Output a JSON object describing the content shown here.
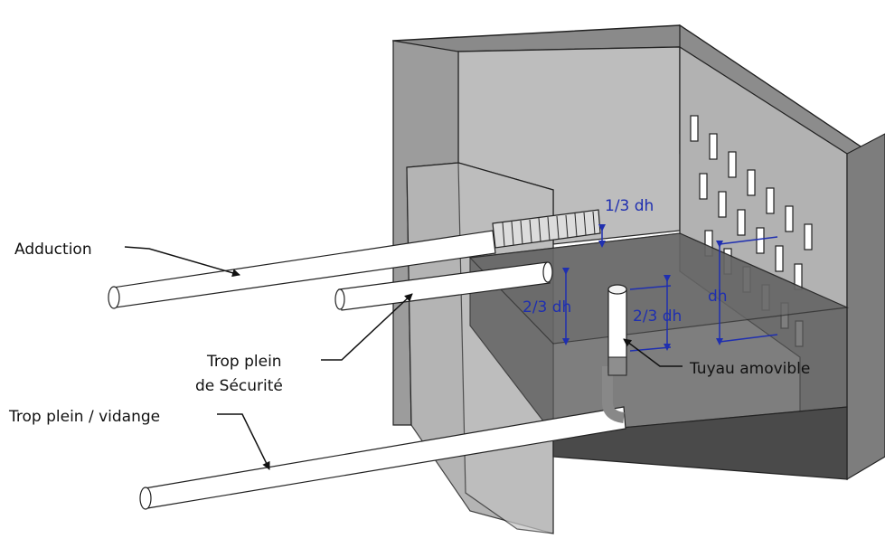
{
  "labels": {
    "adduction": "Adduction",
    "trop_plein_securite_line1": "Trop plein",
    "trop_plein_securite_line2": "de Sécurité",
    "trop_plein_vidange": "Trop plein / vidange",
    "tuyau_amovible": "Tuyau amovible"
  },
  "dimensions": {
    "one_third": "1/3 dh",
    "two_thirds_left": "2/3 dh",
    "two_thirds_right": "2/3 dh",
    "full": "dh"
  },
  "colors": {
    "dimension": "#1f2fb0",
    "concrete_dark": "#7a7a7a",
    "concrete_mid": "#9a9a9a",
    "concrete_light": "#c4c4c4",
    "water": "#5a5a5a"
  }
}
